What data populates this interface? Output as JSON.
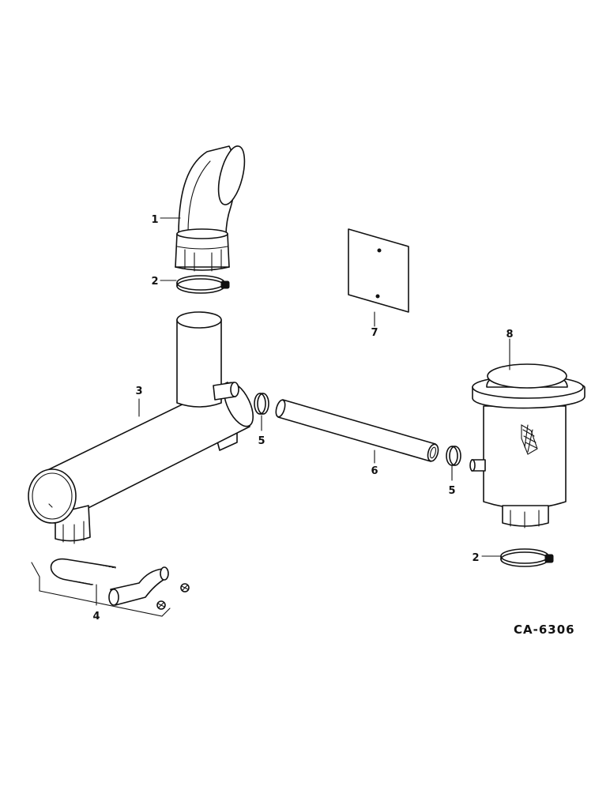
{
  "drawing_code": "CA-6306",
  "callouts": {
    "c1": "1",
    "c2a": "2",
    "c2b": "2",
    "c3": "3",
    "c4": "4",
    "c5a": "5",
    "c5b": "5",
    "c6": "6",
    "c7": "7",
    "c8": "8"
  },
  "parts": [
    "exhaust-elbow",
    "hose-clamp",
    "muffler",
    "u-bolt-mounting-kit",
    "hose-clamp-small",
    "breather-tube",
    "mounting-plate",
    "air-cleaner"
  ]
}
